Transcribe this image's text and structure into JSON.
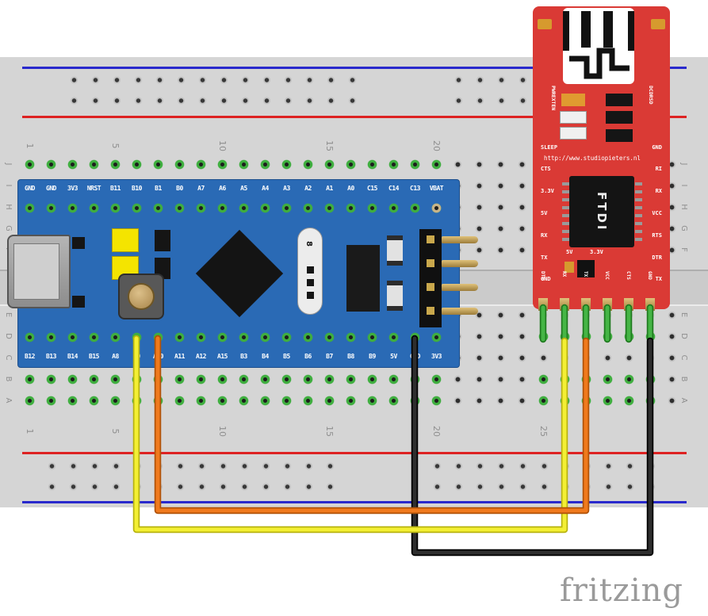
{
  "logo": {
    "text": "fritzing"
  },
  "breadboard": {
    "top_numbers": [
      "1",
      "5",
      "10",
      "15",
      "20"
    ],
    "bottom_numbers": [
      "1",
      "5",
      "10",
      "15",
      "20",
      "25"
    ],
    "row_letters": [
      "J",
      "I",
      "H",
      "G",
      "F",
      "E",
      "D",
      "C",
      "B",
      "A"
    ]
  },
  "stm32": {
    "top_pins": [
      "GND",
      "GND",
      "3V3",
      "NRST",
      "B11",
      "B10",
      "B1",
      "B0",
      "A7",
      "A6",
      "A5",
      "A4",
      "A3",
      "A2",
      "A1",
      "A0",
      "C15",
      "C14",
      "C13",
      "VBAT"
    ],
    "bottom_pins": [
      "B12",
      "B13",
      "B14",
      "B15",
      "A8",
      "A9",
      "A10",
      "A11",
      "A12",
      "A15",
      "B3",
      "B4",
      "B5",
      "B6",
      "B7",
      "B8",
      "B9",
      "5V",
      "GND",
      "3V3"
    ],
    "crystal_label": "8"
  },
  "ftdi": {
    "url": "http://www.studiopieters.nl",
    "chip_label": "FTDI",
    "left_vertical_label": "PWREXTEN",
    "right_vertical_label": "DCDRSD",
    "left_labels": [
      "SLEEP",
      "CTS",
      "3.3V",
      "5V",
      "RX",
      "TX",
      "GND"
    ],
    "right_labels": [
      "GND",
      "RI",
      "RX",
      "VCC",
      "RTS",
      "DTR",
      "TX"
    ],
    "jumper_labels": [
      "5V",
      "3.3V"
    ],
    "bottom_pin_labels": [
      "DTR",
      "RX",
      "TX",
      "VCC",
      "CTS",
      "GND"
    ]
  },
  "connections": [
    {
      "from": "STM32 A9",
      "to": "FTDI RX",
      "color": "yellow"
    },
    {
      "from": "STM32 A10",
      "to": "FTDI TX",
      "color": "orange"
    },
    {
      "from": "STM32 GND",
      "to": "FTDI GND",
      "color": "black"
    }
  ],
  "colors": {
    "board_blue": "#2a6ab5",
    "board_red": "#da3a35",
    "rail_red": "#dd2222",
    "rail_blue": "#2929cc",
    "hole_green": "#3fae3f",
    "wire_yellow": "#f3ef33",
    "wire_orange": "#f07a1d",
    "wire_green": "#45b545",
    "logo_gray": "#9a9a9a"
  }
}
